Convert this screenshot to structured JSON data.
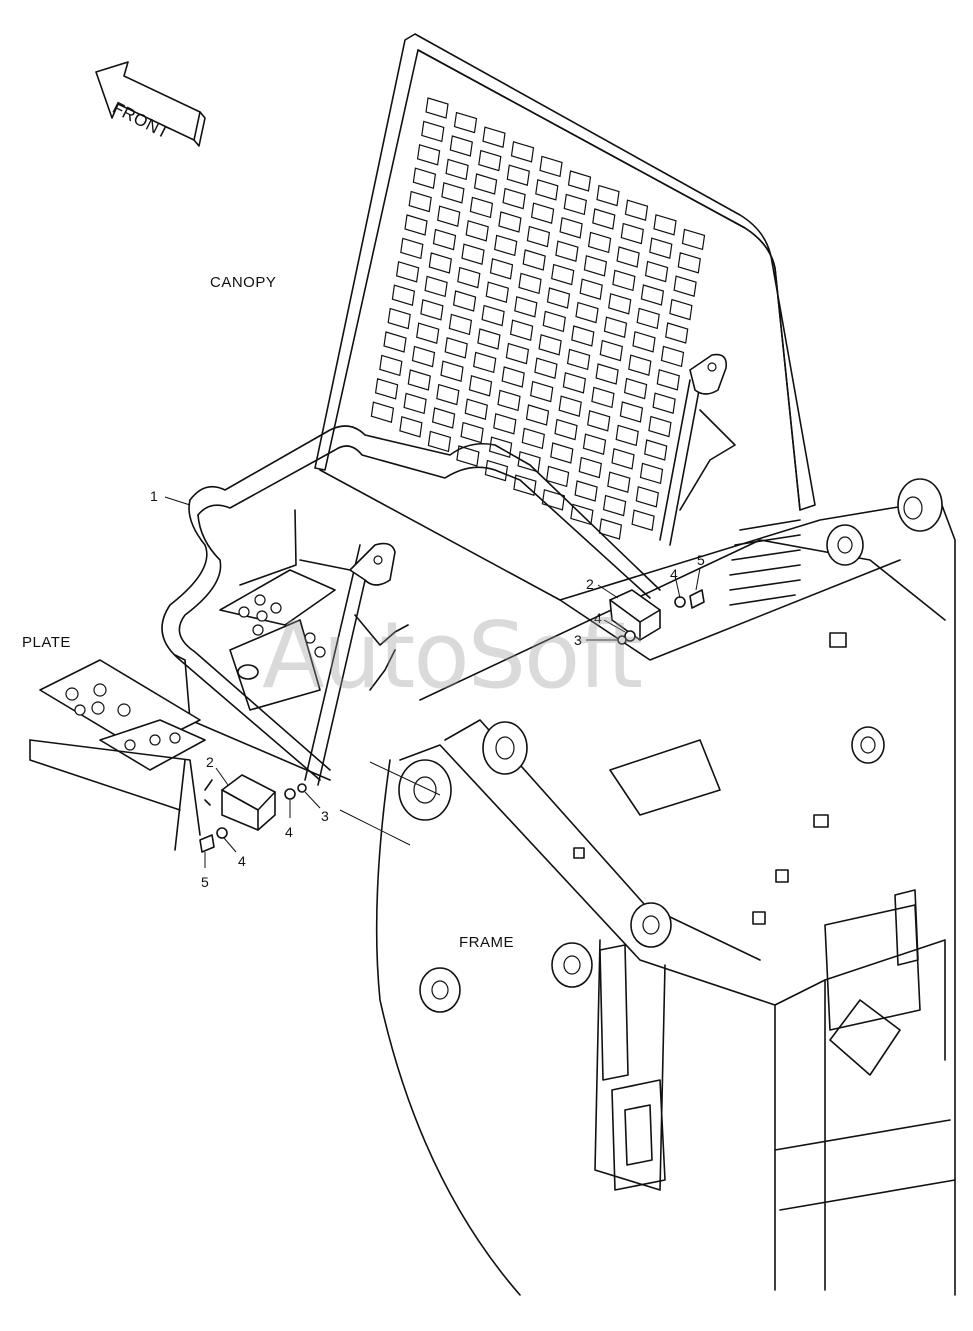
{
  "labels": {
    "front": "FRONT",
    "canopy": "CANOPY",
    "plate": "PLATE",
    "frame": "FRAME"
  },
  "callouts": {
    "c1": "1",
    "c2_right": "2",
    "c4_right_top": "4",
    "c5_right": "5",
    "c4_right_mid": "4",
    "c3_right": "3",
    "c2_left": "2",
    "c4_left_nut": "4",
    "c3_left": "3",
    "c4_left_washer": "4",
    "c5_left": "5"
  },
  "watermark": "AutoSoft"
}
